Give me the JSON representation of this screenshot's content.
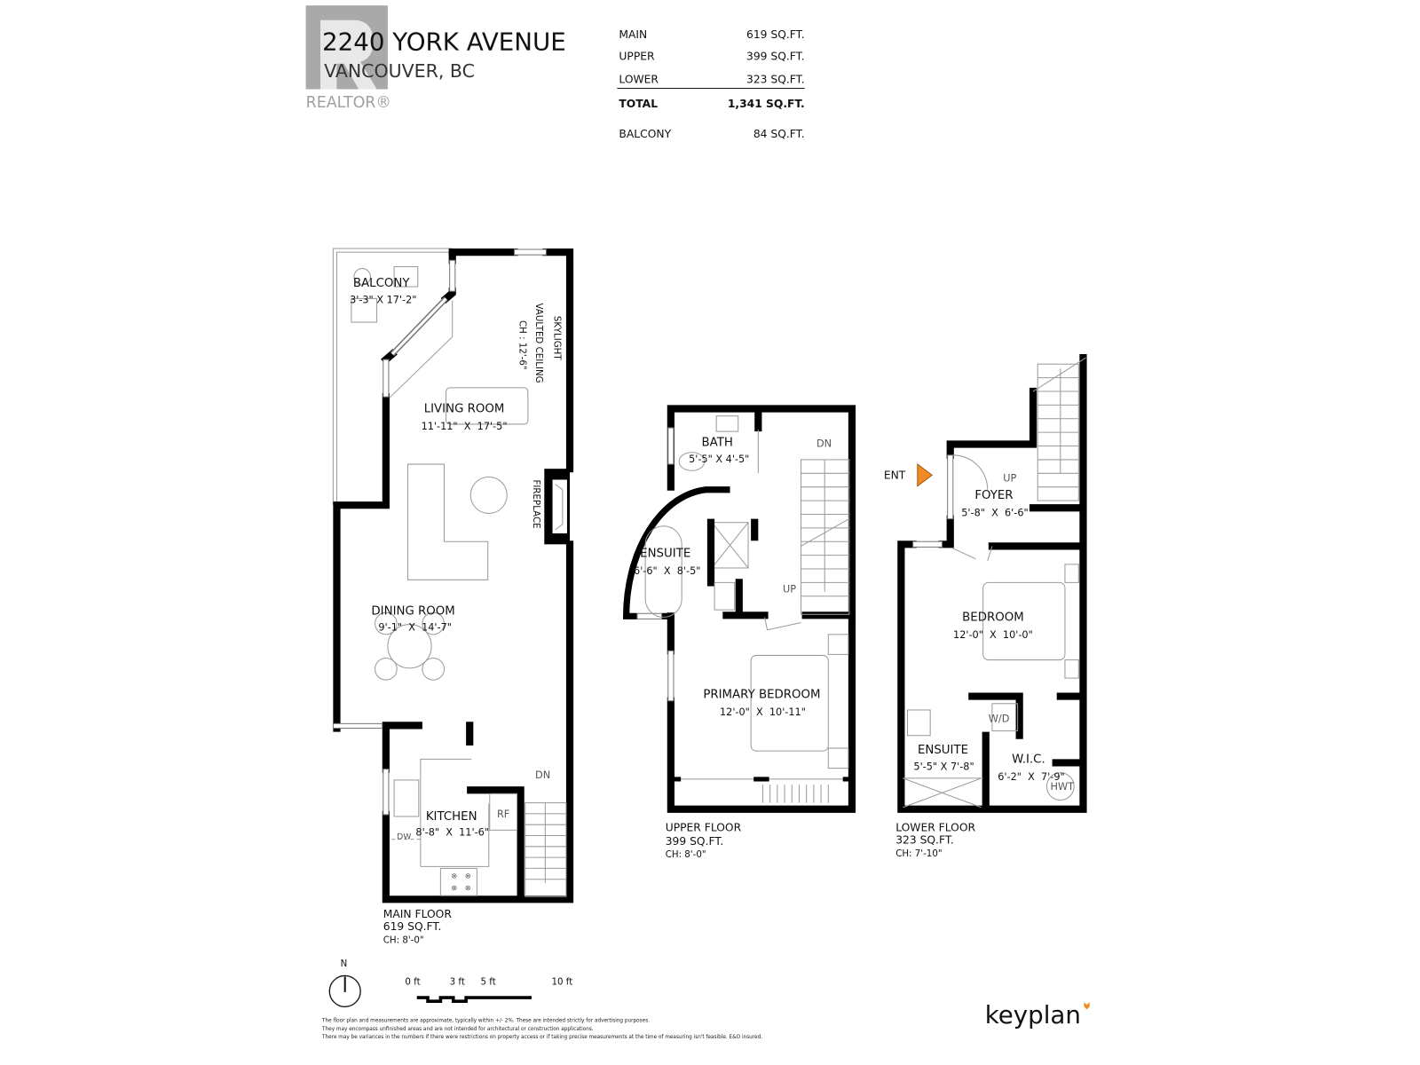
{
  "header": {
    "address": "2240 YORK AVENUE",
    "city": "VANCOUVER, BC",
    "logo_text": "REALTOR®"
  },
  "areas": {
    "rows": [
      {
        "label": "MAIN",
        "value": "619 SQ.FT."
      },
      {
        "label": "UPPER",
        "value": "399 SQ.FT."
      },
      {
        "label": "LOWER",
        "value": "323 SQ.FT."
      }
    ],
    "total": {
      "label": "TOTAL",
      "value": "1,341 SQ.FT."
    },
    "balcony": {
      "label": "BALCONY",
      "value": "84 SQ.FT."
    }
  },
  "main_floor": {
    "name": "MAIN FLOOR",
    "area": "619 SQ.FT.",
    "ceiling": "CH: 8'-0\"",
    "rooms": {
      "balcony": {
        "name": "BALCONY",
        "dims": "3'-3\" X 17'-2\""
      },
      "living": {
        "name": "LIVING ROOM",
        "dims": "11'-11\"  X  17'-5\""
      },
      "dining": {
        "name": "DINING ROOM",
        "dims": "9'-1\"  X  14'-7\""
      },
      "kitchen": {
        "name": "KITCHEN",
        "dims": "8'-8\"  X  11'-6\""
      }
    },
    "notes": {
      "skylight": "SKYLIGHT",
      "vaulted": "VAULTED CEILING",
      "ch": "CH : 12'-6\"",
      "fireplace": "FIREPLACE"
    },
    "fixtures": {
      "dw": "DW",
      "rf": "RF",
      "dn": "DN"
    }
  },
  "upper_floor": {
    "name": "UPPER FLOOR",
    "area": "399 SQ.FT.",
    "ceiling": "CH: 8'-0\"",
    "rooms": {
      "bath": {
        "name": "BATH",
        "dims": "5'-5\" X 4'-5\""
      },
      "ensuite": {
        "name": "ENSUITE",
        "dims": "6'-6\"  X  8'-5\""
      },
      "primary": {
        "name": "PRIMARY BEDROOM",
        "dims": "12'-0\"  X  10'-11\""
      }
    },
    "fixtures": {
      "dn": "DN",
      "up": "UP"
    }
  },
  "lower_floor": {
    "name": "LOWER FLOOR",
    "area": "323 SQ.FT.",
    "ceiling": "CH: 7'-10\"",
    "entry": "ENT",
    "entry_color": "#F08A24",
    "rooms": {
      "foyer": {
        "name": "FOYER",
        "dims": "5'-8\"  X  6'-6\""
      },
      "bedroom": {
        "name": "BEDROOM",
        "dims": "12'-0\"  X  10'-0\""
      },
      "ensuite": {
        "name": "ENSUITE",
        "dims": "5'-5\" X 7'-8\""
      },
      "wic": {
        "name": "W.I.C.",
        "dims": "6'-2\"  X  7'-9\""
      }
    },
    "fixtures": {
      "up": "UP",
      "wd": "W/D",
      "hwt": "HWT"
    }
  },
  "legend": {
    "north": "N",
    "scale": [
      "0 ft",
      "3 ft",
      "5 ft",
      "10 ft"
    ]
  },
  "disclaimer": [
    "The floor plan and measurements are approximate, typically within +/- 2%. These are intended strictly for advertising purposes.",
    "They may encompass unfinished areas and are not intended for architectural or construction applications.",
    "There may be variances in the numbers if there were restrictions on property access or if taking precise measurements at the time of measuring isn't feasible. E&O insured."
  ],
  "brand": {
    "name": "keyplan",
    "accent": "#F08A24"
  }
}
